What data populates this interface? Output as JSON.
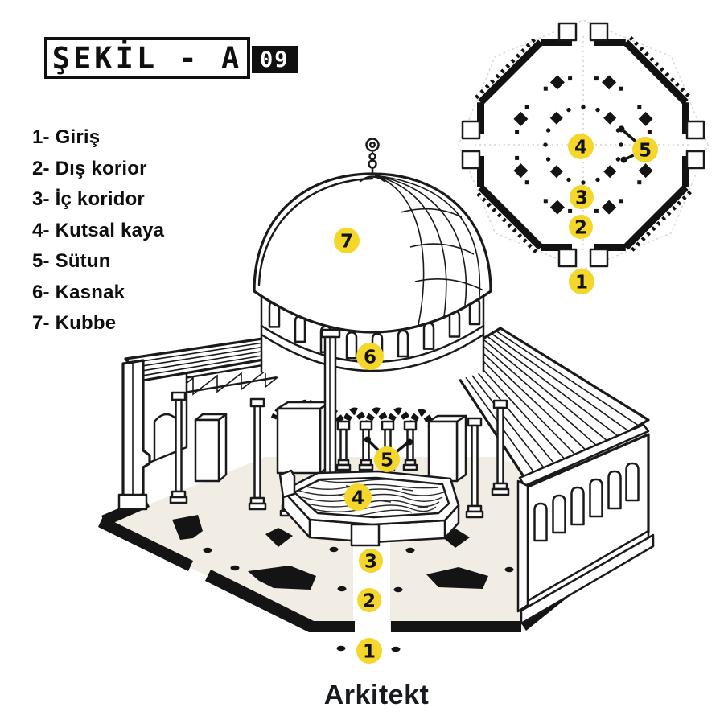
{
  "header": {
    "title": "ŞEKİL - A",
    "figure_number": "09"
  },
  "legend": {
    "items": [
      "1- Giriş",
      "2- Dış korior",
      "3- İç koridor",
      "4- Kutsal kaya",
      "5- Sütun",
      "6- Kasnak",
      "7- Kubbe"
    ]
  },
  "badges": {
    "main": [
      {
        "number": "7"
      },
      {
        "number": "6"
      },
      {
        "number": "5"
      },
      {
        "number": "4"
      },
      {
        "number": "3"
      },
      {
        "number": "2"
      },
      {
        "number": "1"
      }
    ],
    "plan": [
      {
        "number": "4"
      },
      {
        "number": "5"
      },
      {
        "number": "3"
      },
      {
        "number": "2"
      },
      {
        "number": "1"
      }
    ]
  },
  "footer": {
    "brand": "Arkitekt"
  },
  "colors": {
    "badge_yellow": "#F5D72B",
    "ink": "#141414",
    "floor_beige": "#F2EDE4"
  }
}
